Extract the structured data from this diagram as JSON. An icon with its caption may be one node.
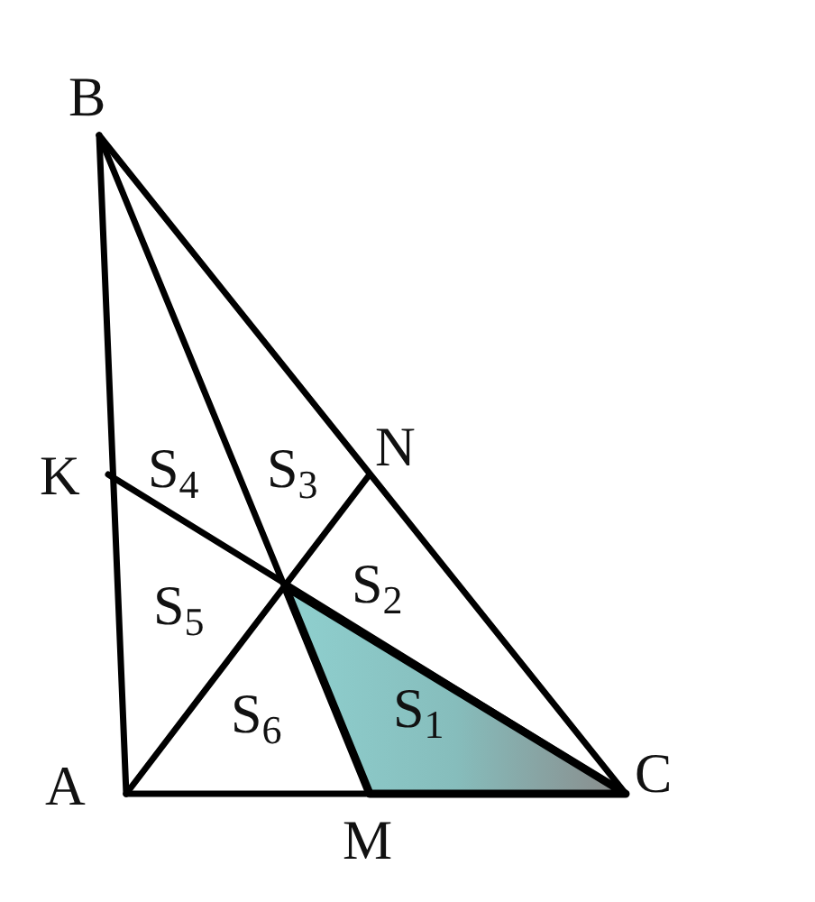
{
  "diagram": {
    "nodes": [
      {
        "text": [
          "S$_{1}$"
        ]
      }
    ],
    "labels": [
      "B",
      "K",
      "S$_{4}$",
      "S$_{3}$",
      "N",
      "S$_{5}$",
      "S$_{2}$",
      "S$_{6}$",
      "A",
      "C",
      "M"
    ]
  }
}
